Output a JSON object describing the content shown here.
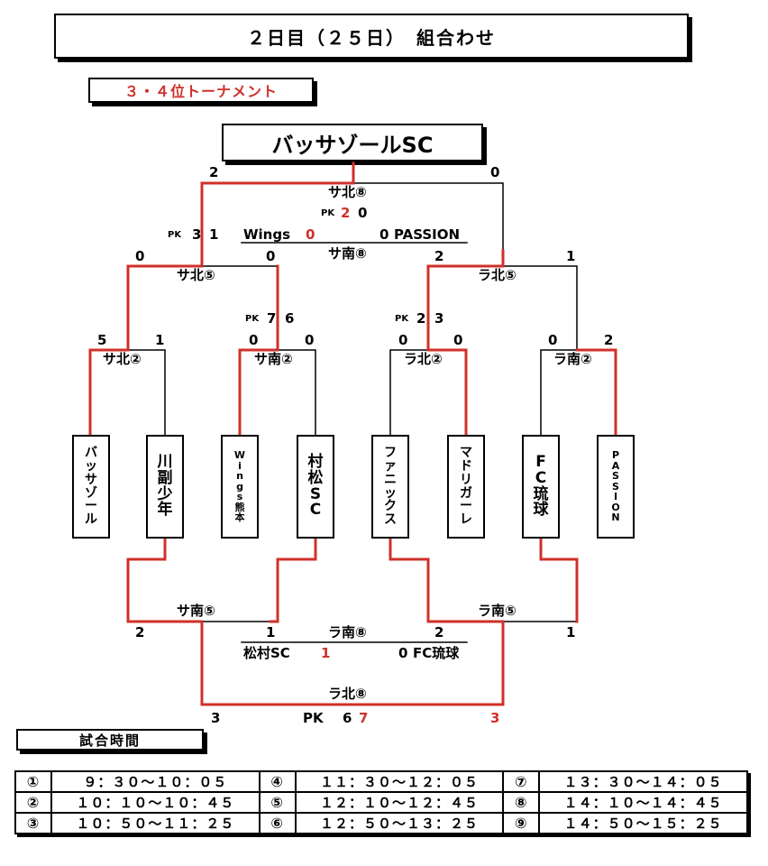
{
  "header": {
    "title": "２日目（２５日）　組合わせ"
  },
  "section": {
    "title": "３・４位トーナメント"
  },
  "winner": {
    "name": "バッサゾールSC"
  },
  "teams": [
    {
      "name": "バッサゾール"
    },
    {
      "name": "川副少年"
    },
    {
      "name": "Wings熊本"
    },
    {
      "name": "村松SC"
    },
    {
      "name": "ファニックス"
    },
    {
      "name": "マドリガーレ"
    },
    {
      "name": "FC琉球"
    },
    {
      "name": "PASSION"
    }
  ],
  "matches": {
    "final": {
      "venue": "サ北⑧",
      "left": "2",
      "right": "0",
      "pk_label": "PK",
      "pk_left": "2",
      "pk_right": "0"
    },
    "sf1": {
      "venue": "サ北⑤",
      "left": "0",
      "right": "0",
      "pk_label": "PK",
      "pk_left": "3",
      "pk_right": "1"
    },
    "sf2": {
      "venue": "ラ北⑤",
      "left": "2",
      "right": "1"
    },
    "qf1": {
      "venue": "サ北②",
      "left": "5",
      "right": "1"
    },
    "qf2": {
      "venue": "サ南②",
      "left": "0",
      "right": "0",
      "pk_label": "PK",
      "pk_left": "7",
      "pk_right": "6"
    },
    "qf3": {
      "venue": "ラ北②",
      "left": "0",
      "right": "0",
      "pk_label": "PK",
      "pk_left": "2",
      "pk_right": "3"
    },
    "qf4": {
      "venue": "ラ南②",
      "left": "0",
      "right": "2"
    },
    "m78": {
      "venue": "サ南⑧",
      "team_left": "Wings",
      "score_left": "0",
      "score_right": "0",
      "team_right": "PASSION"
    },
    "lsf1": {
      "venue": "サ南⑤",
      "left": "2",
      "right": "1"
    },
    "lsf2": {
      "venue": "ラ南⑤",
      "left": "2",
      "right": "1"
    },
    "m56": {
      "venue": "ラ南⑧",
      "team_left": "松村SC",
      "score_left": "1",
      "score_right": "0",
      "team_right": "FC琉球"
    },
    "lfinal": {
      "venue": "ラ北⑧",
      "left": "3",
      "right": "3",
      "pk_label": "PK",
      "pk_left": "6",
      "pk_right": "7"
    }
  },
  "schedule": {
    "title": "試合時間",
    "rows": [
      [
        {
          "n": "①",
          "time": "９：３０～１０：０５"
        },
        {
          "n": "④",
          "time": "１１：３０～１２：０５"
        },
        {
          "n": "⑦",
          "time": "１３：３０～１４：０５"
        }
      ],
      [
        {
          "n": "②",
          "time": "１０：１０～１０：４５"
        },
        {
          "n": "⑤",
          "time": "１２：１０～１２：４５"
        },
        {
          "n": "⑧",
          "time": "１４：１０～１４：４５"
        }
      ],
      [
        {
          "n": "③",
          "time": "１０：５０～１１：２５"
        },
        {
          "n": "⑥",
          "time": "１２：５０～１３：２５"
        },
        {
          "n": "⑨",
          "time": "１４：５０～１５：２５"
        }
      ]
    ]
  },
  "colors": {
    "win_line": "#d0302a",
    "line": "#000000"
  }
}
